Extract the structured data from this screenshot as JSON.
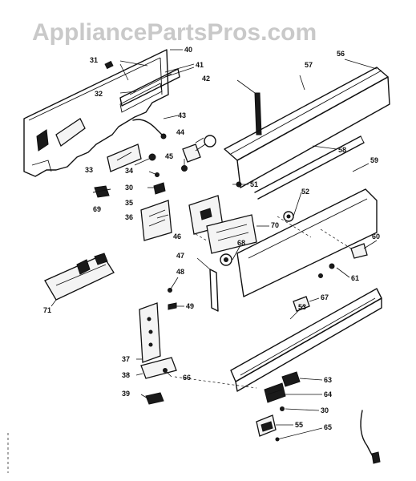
{
  "watermark": "AppliancePartsPros.com",
  "callouts": [
    {
      "id": "31",
      "label": "31"
    },
    {
      "id": "32",
      "label": "32"
    },
    {
      "id": "40",
      "label": "40"
    },
    {
      "id": "41",
      "label": "41"
    },
    {
      "id": "42",
      "label": "42"
    },
    {
      "id": "43",
      "label": "43"
    },
    {
      "id": "44",
      "label": "44"
    },
    {
      "id": "45",
      "label": "45"
    },
    {
      "id": "33",
      "label": "33"
    },
    {
      "id": "34",
      "label": "34"
    },
    {
      "id": "30a",
      "label": "30"
    },
    {
      "id": "35",
      "label": "35"
    },
    {
      "id": "36",
      "label": "36"
    },
    {
      "id": "69",
      "label": "69"
    },
    {
      "id": "46",
      "label": "46"
    },
    {
      "id": "51",
      "label": "51"
    },
    {
      "id": "52",
      "label": "52"
    },
    {
      "id": "70",
      "label": "70"
    },
    {
      "id": "68",
      "label": "68"
    },
    {
      "id": "56",
      "label": "56"
    },
    {
      "id": "57",
      "label": "57"
    },
    {
      "id": "58",
      "label": "58"
    },
    {
      "id": "59",
      "label": "59"
    },
    {
      "id": "60",
      "label": "60"
    },
    {
      "id": "61",
      "label": "61"
    },
    {
      "id": "47",
      "label": "47"
    },
    {
      "id": "48",
      "label": "48"
    },
    {
      "id": "49",
      "label": "49"
    },
    {
      "id": "71",
      "label": "71"
    },
    {
      "id": "67",
      "label": "67"
    },
    {
      "id": "53",
      "label": "53"
    },
    {
      "id": "37",
      "label": "37"
    },
    {
      "id": "38",
      "label": "38"
    },
    {
      "id": "66",
      "label": "66"
    },
    {
      "id": "39",
      "label": "39"
    },
    {
      "id": "63",
      "label": "63"
    },
    {
      "id": "64",
      "label": "64"
    },
    {
      "id": "30b",
      "label": "30"
    },
    {
      "id": "55",
      "label": "55"
    },
    {
      "id": "65",
      "label": "65"
    }
  ]
}
